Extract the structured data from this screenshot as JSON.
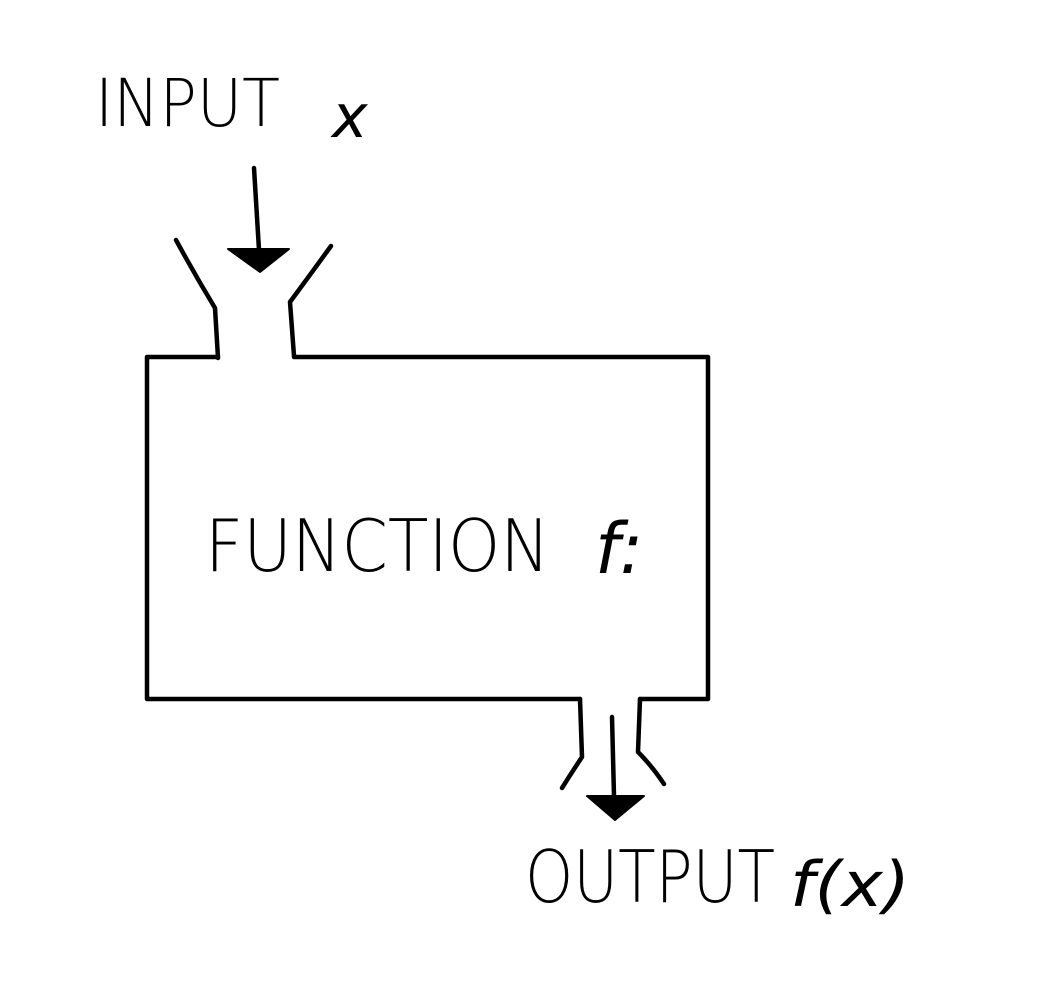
{
  "diagram": {
    "input_label": "INPUT",
    "input_variable": "x",
    "function_label": "FUNCTION",
    "function_name": "f:",
    "output_label": "OUTPUT",
    "output_expression": "f(x)"
  }
}
